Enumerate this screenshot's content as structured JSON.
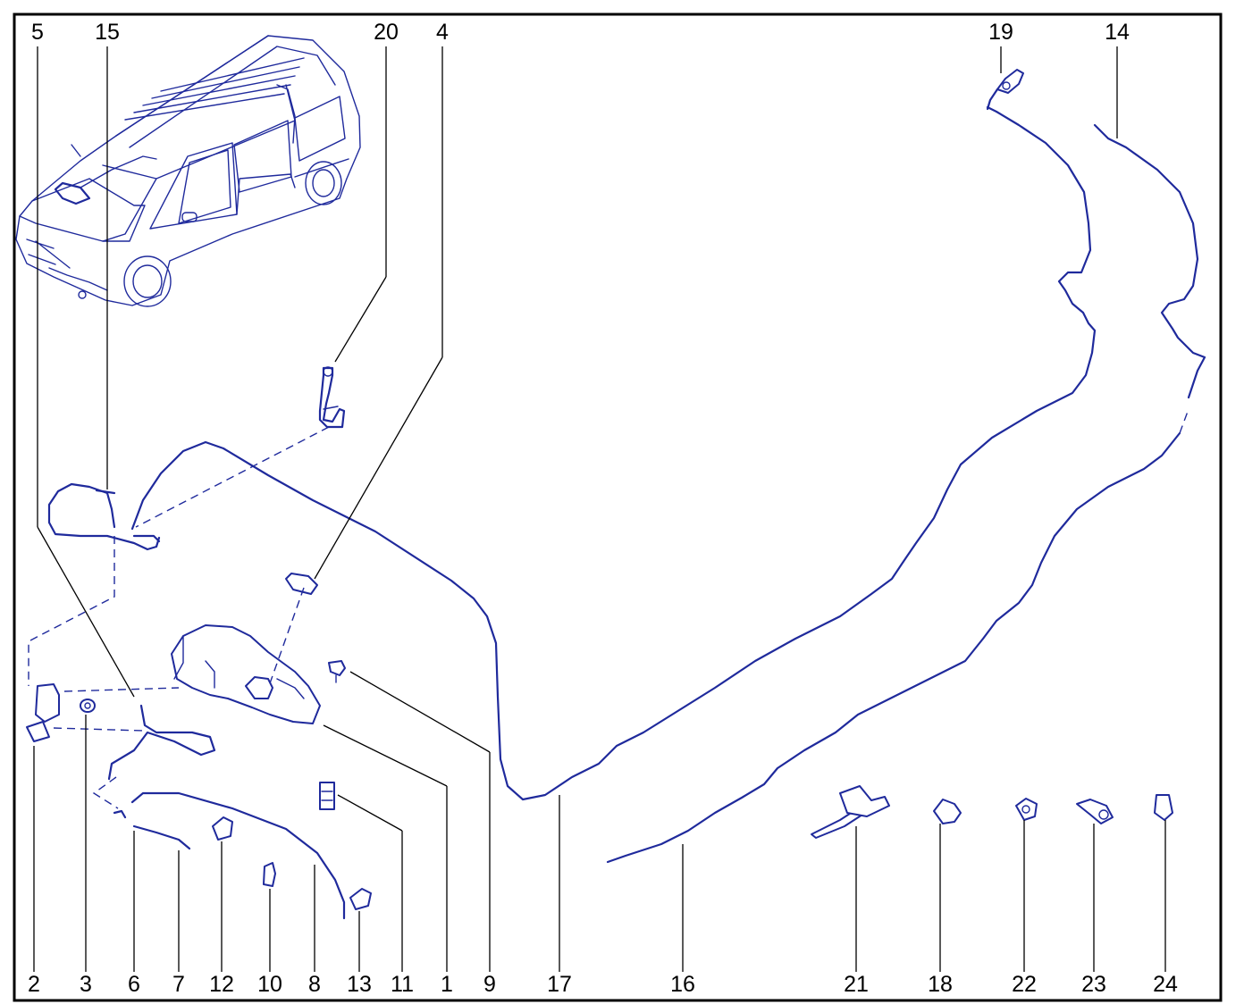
{
  "colors": {
    "line_art": "#1f2a9c",
    "frame": "#000000",
    "background": "#ffffff"
  },
  "callouts_top": [
    "5",
    "15",
    "20",
    "4",
    "19",
    "14"
  ],
  "callouts_bottom": [
    "2",
    "3",
    "6",
    "7",
    "12",
    "10",
    "8",
    "13",
    "11",
    "1",
    "9",
    "17",
    "16",
    "21",
    "18",
    "22",
    "23",
    "24"
  ]
}
